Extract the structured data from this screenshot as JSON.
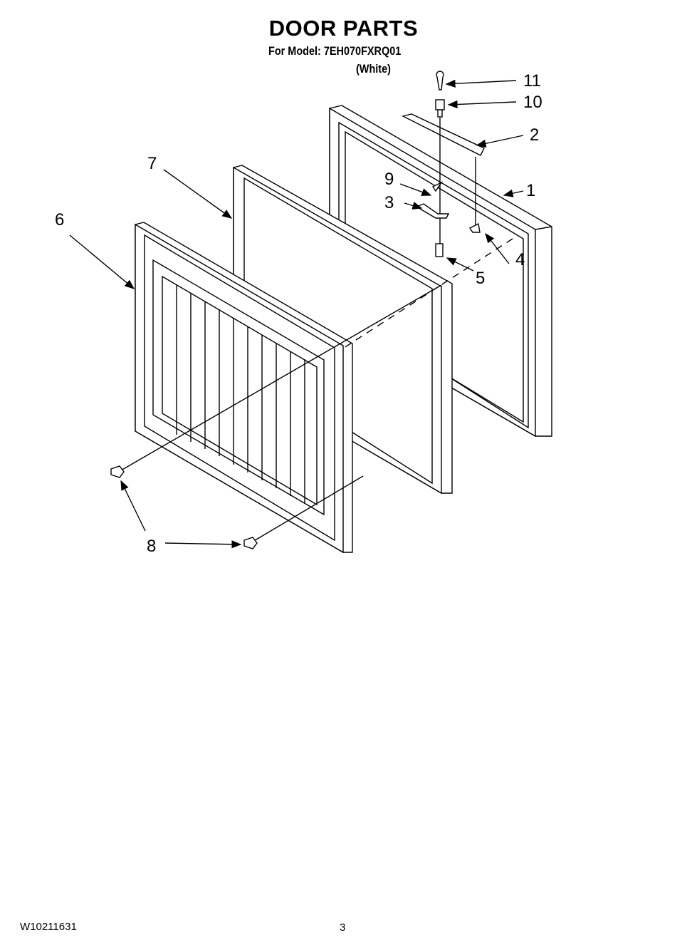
{
  "header": {
    "title": "DOOR PARTS",
    "model_line": "For Model: 7EH070FXRQ01",
    "color": "(White)"
  },
  "diagram": {
    "callouts": [
      "1",
      "2",
      "3",
      "4",
      "5",
      "6",
      "7",
      "8",
      "9",
      "10",
      "11"
    ]
  },
  "footer": {
    "doc_number": "W10211631",
    "page_number": "3"
  }
}
